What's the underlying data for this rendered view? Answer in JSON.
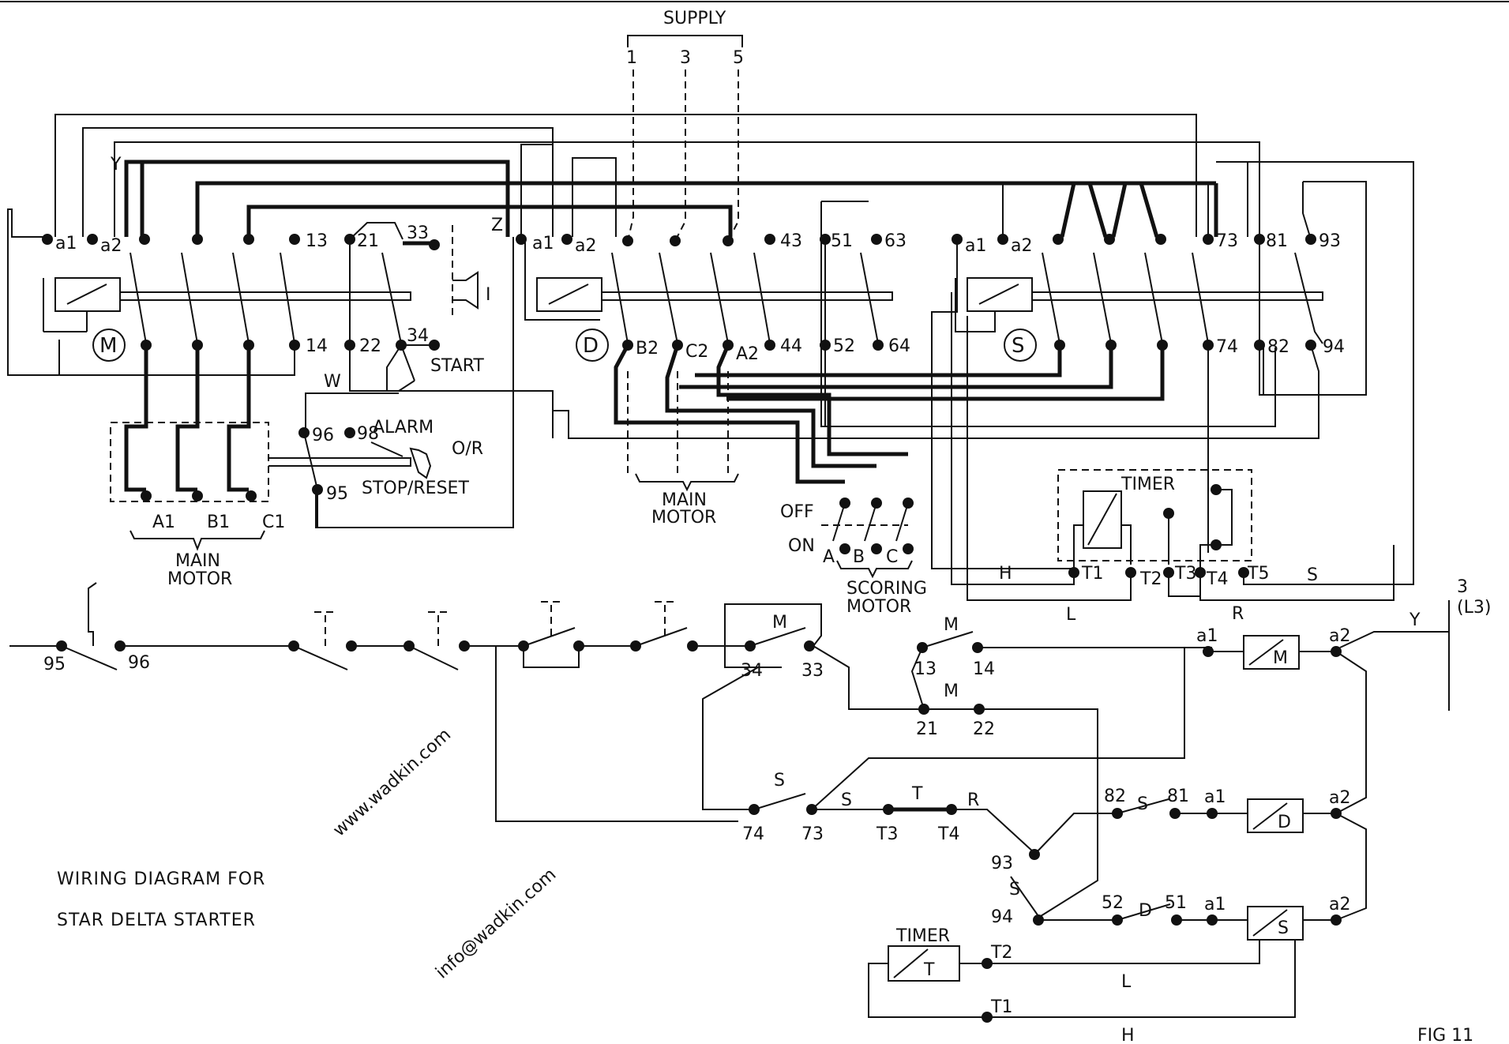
{
  "title": [
    "WIRING DIAGRAM FOR",
    "STAR DELTA STARTER"
  ],
  "figure_label": "FIG 11",
  "watermark": [
    "www.wadkin.com",
    "info@wadkin.com"
  ],
  "supply": {
    "label": "SUPPLY",
    "phases": [
      "1",
      "3",
      "5"
    ]
  },
  "supply_line": {
    "top": "3",
    "bottom": "(L3)",
    "y": "Y"
  },
  "contactor_m": {
    "name": "M",
    "coil_terminals": [
      "a1",
      "a2"
    ],
    "top_terminals": [
      "13",
      "21",
      "33"
    ],
    "bottom_terminals": [
      "14",
      "22",
      "34"
    ],
    "wire_labels": [
      "Y",
      "Z",
      "W"
    ]
  },
  "start_button": {
    "label": "START",
    "symbol": "I"
  },
  "overload": {
    "terminals": [
      "96",
      "98",
      "95"
    ],
    "alarm": "ALARM",
    "stop_reset": "STOP/RESET",
    "or_label": "O/R"
  },
  "main_motor_1": {
    "label": [
      "MAIN",
      "MOTOR"
    ],
    "terminals": [
      "A1",
      "B1",
      "C1"
    ]
  },
  "contactor_d": {
    "name": "D",
    "coil_terminals": [
      "a1",
      "a2"
    ],
    "top_terminals": [
      "43",
      "51",
      "63"
    ],
    "bottom_terminals": [
      "B2",
      "C2",
      "A2",
      "44",
      "52",
      "64"
    ]
  },
  "main_motor_2": {
    "label": [
      "MAIN",
      "MOTOR"
    ]
  },
  "contactor_s": {
    "name": "S",
    "coil_terminals": [
      "a1",
      "a2"
    ],
    "top_terminals": [
      "73",
      "81",
      "93"
    ],
    "bottom_terminals": [
      "74",
      "82",
      "94"
    ]
  },
  "scoring_motor": {
    "label": [
      "SCORING",
      "MOTOR"
    ],
    "off": "OFF",
    "on": "ON",
    "terminals": [
      "A",
      "B",
      "C"
    ]
  },
  "timer_box": {
    "label": "TIMER",
    "terminals": [
      "T1",
      "T2",
      "T3",
      "T4",
      "T5"
    ],
    "wires": [
      "H",
      "L",
      "S",
      "R"
    ]
  },
  "ladder": {
    "row1": {
      "terminals": [
        "95",
        "96",
        "34",
        "33",
        "13",
        "14"
      ],
      "contact_label": "M",
      "contact_label_2": "M"
    },
    "row2": {
      "terminals": [
        "21",
        "22"
      ],
      "contact_label": "M"
    },
    "row3": {
      "terminals": [
        "74",
        "73",
        "T3",
        "T4",
        "82",
        "81"
      ],
      "labels": [
        "S",
        "S",
        "T",
        "R",
        "S"
      ]
    },
    "row4": {
      "terminals": [
        "93",
        "94",
        "52",
        "51"
      ],
      "labels": [
        "S",
        "D"
      ]
    },
    "coils": [
      {
        "name": "M",
        "a1": "a1",
        "a2": "a2"
      },
      {
        "name": "D",
        "a1": "a1",
        "a2": "a2"
      },
      {
        "name": "S",
        "a1": "a1",
        "a2": "a2"
      }
    ],
    "timer": {
      "label": "TIMER",
      "coil": "T",
      "terminals": [
        "T2",
        "T1"
      ],
      "wires": [
        "L",
        "H"
      ]
    }
  }
}
